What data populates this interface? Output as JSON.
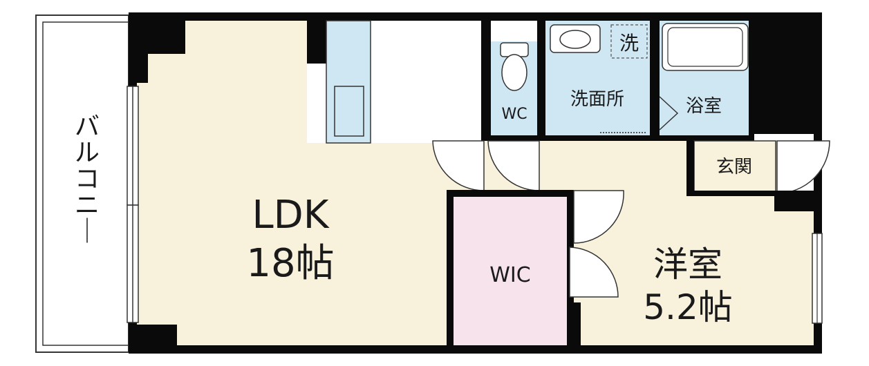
{
  "balcony": {
    "label": "バルコニー"
  },
  "ldk": {
    "name": "LDK",
    "size": "18帖"
  },
  "wc": {
    "label": "WC"
  },
  "washroom": {
    "label": "洗面所"
  },
  "washing_machine": {
    "label": "洗"
  },
  "bathroom": {
    "label": "浴室"
  },
  "entrance": {
    "label": "玄関"
  },
  "wic": {
    "label": "WIC"
  },
  "bedroom": {
    "name": "洋室",
    "size": "5.2帖"
  },
  "colors": {
    "wall": "#0a0a0a",
    "living_floor": "#f8f1dc",
    "wet_area": "#cfe6f3",
    "wic_floor": "#f7e3ec",
    "entrance_floor": "#f2d2e0",
    "balcony": "#ffffff"
  }
}
